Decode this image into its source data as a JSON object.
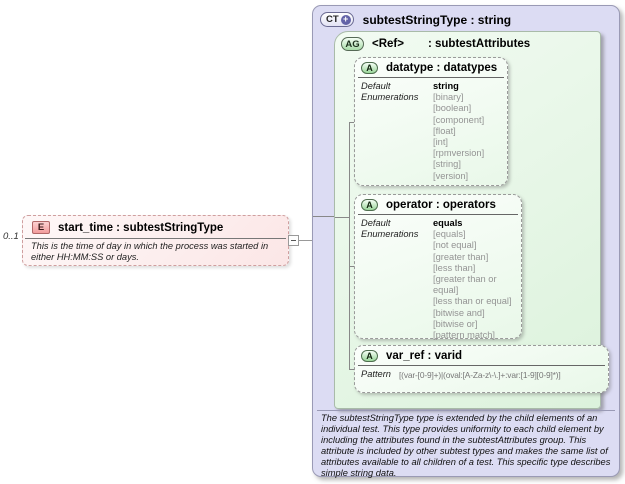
{
  "element": {
    "cardinality": "0..1",
    "badge": "E",
    "title": "start_time : subtestStringType",
    "annotation": "This is the time of day in which the process was started in either HH:MM:SS or days."
  },
  "complex_type": {
    "badge": "CT",
    "plus": "+",
    "title": "subtestStringType : string",
    "description": "The subtestStringType type is extended by the child elements of an individual test.  This type provides uniformity to each child element by including the attributes found in the subtestAttributes group.  This attribute is included by other subtest types and makes the same list of attributes available to all children of a test.  This specific type describes simple string data.",
    "attribute_group": {
      "badge": "AG",
      "ref": "<Ref>",
      "title": ": subtestAttributes",
      "attributes": [
        {
          "badge": "A",
          "label": "datatype : datatypes",
          "default_label": "Default",
          "default_value": "string",
          "enumerations_label": "Enumerations",
          "enumerations": [
            "[binary]",
            "[boolean]",
            "[component]",
            "[float]",
            "[int]",
            "[rpmversion]",
            "[string]",
            "[version]"
          ]
        },
        {
          "badge": "A",
          "label": "operator : operators",
          "default_label": "Default",
          "default_value": "equals",
          "enumerations_label": "Enumerations",
          "enumerations": [
            "[equals]",
            "[not equal]",
            "[greater than]",
            "[less than]",
            "[greater than or equal]",
            "[less than or equal]",
            "[bitwise and]",
            "[bitwise or]",
            "[pattern match]"
          ]
        },
        {
          "badge": "A",
          "label": "var_ref : varid",
          "pattern_label": "Pattern",
          "pattern_value": "[(var-[0-9]+)|(oval:[A-Za-z\\-\\.]+:var:[1-9][0-9]*)]"
        }
      ]
    }
  },
  "colors": {
    "complex_type_fill": "#dcdcf3",
    "attribute_group_fill": "#e4f6e4",
    "attribute_box_fill": "#f0fbf0",
    "element_fill": "#fdeeee",
    "enumeration_text": "#949494",
    "plus_icon_fill": "#6363a8"
  }
}
